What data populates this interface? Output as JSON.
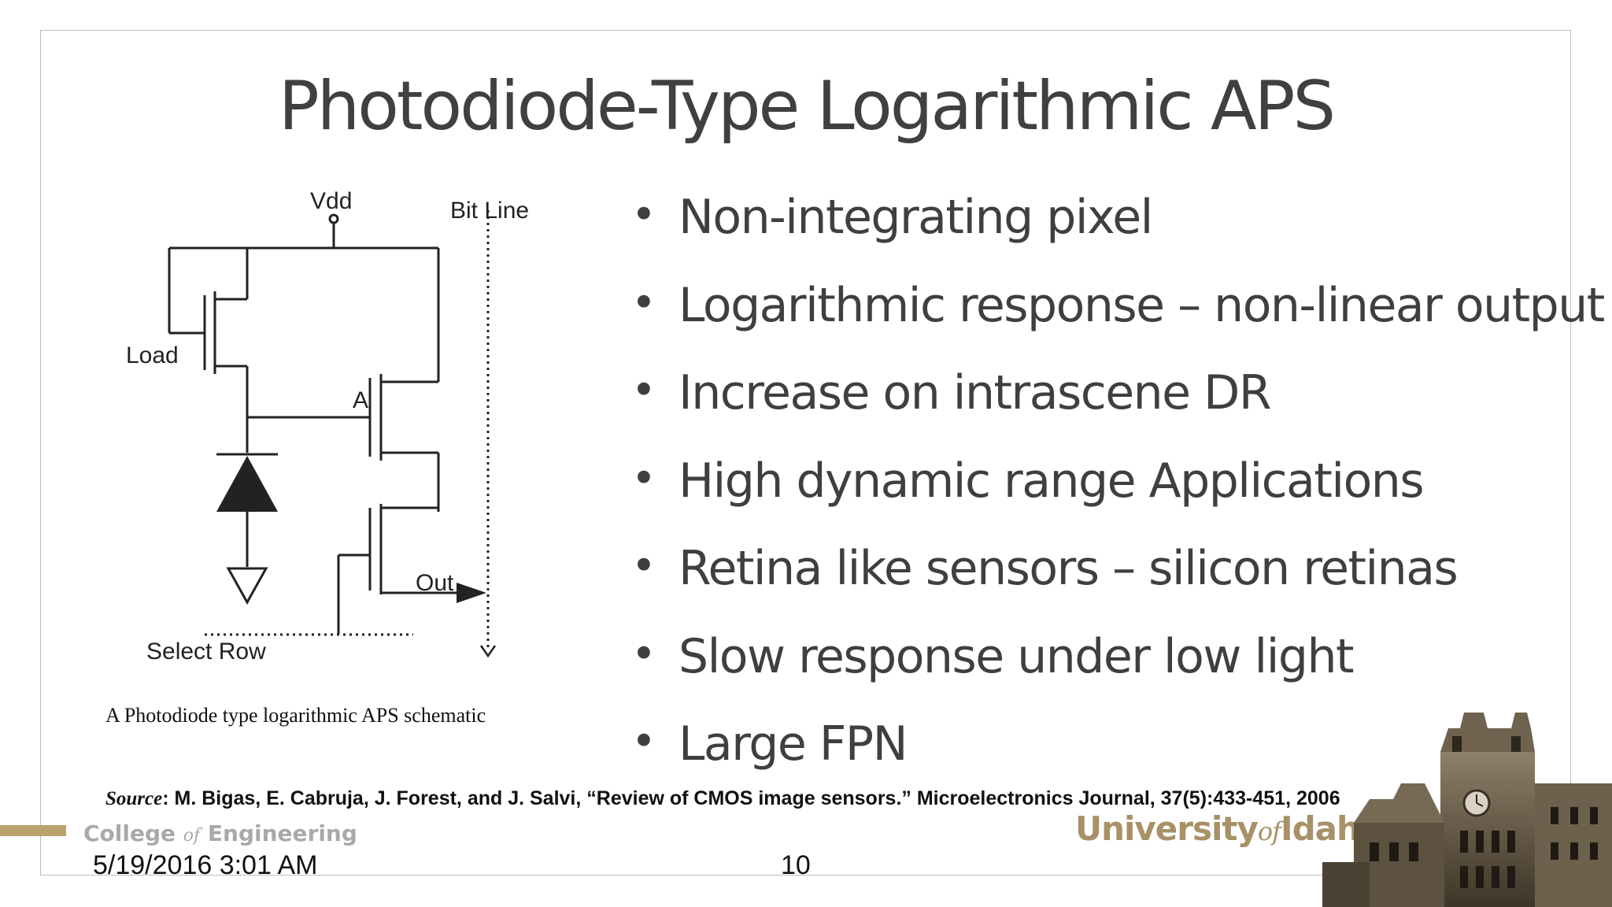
{
  "slide": {
    "title": "Photodiode-Type Logarithmic APS",
    "schematic": {
      "vdd_label": "Vdd",
      "bitline_label": "Bit Line",
      "load_label": "Load",
      "node_label": "A",
      "out_label": "Out",
      "select_label": "Select Row",
      "caption": "A Photodiode type logarithmic APS schematic"
    },
    "bullets": [
      "Non-integrating pixel",
      "Logarithmic response – non-linear output",
      "Increase on intrascene DR",
      "High dynamic range Applications",
      "Retina like sensors – silicon retinas",
      "Slow response under low light",
      "Large FPN"
    ],
    "source": {
      "label": "Source",
      "text": ": M. Bigas, E. Cabruja, J. Forest, and J. Salvi, “Review of CMOS image sensors.” Microelectronics Journal, 37(5):433-451, 2006"
    }
  },
  "footer": {
    "college_a": "College",
    "college_of": "of",
    "college_b": "Engineering",
    "date": "5/19/2016 3:01 AM",
    "page_number": "10",
    "university_a": "University",
    "university_of": "of",
    "university_b": "Idaho"
  },
  "colors": {
    "title": "#404040",
    "accent_gold": "#b9a170",
    "university_gold": "#a89167"
  }
}
